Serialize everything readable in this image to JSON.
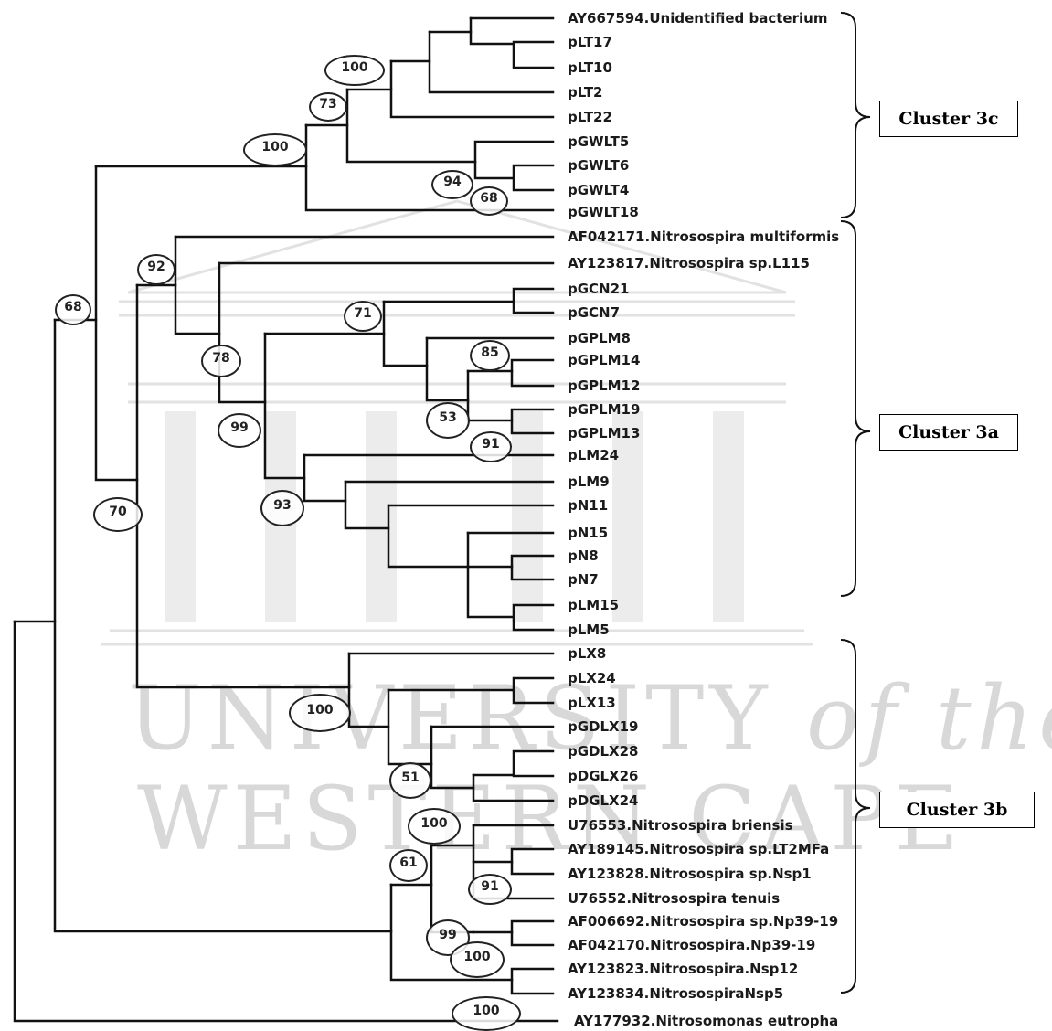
{
  "watermark": {
    "line1a": "UNIVERSITY",
    "line1b": " of the",
    "line2": "WESTERN CAPE"
  },
  "leaves": [
    "AY667594.Unidentified bacterium",
    "pLT17",
    "pLT10",
    "pLT2",
    "pLT22",
    "pGWLT5",
    "pGWLT6",
    "pGWLT4",
    "pGWLT18",
    "AF042171.Nitrosospira multiformis",
    "AY123817.Nitrosospira sp.L115",
    "pGCN21",
    "pGCN7",
    "pGPLM8",
    "pGPLM14",
    "pGPLM12",
    "pGPLM19",
    "pGPLM13",
    "pLM24",
    "pLM9",
    "pN11",
    "pN15",
    "pN8",
    "pN7",
    "pLM15",
    "pLM5",
    "pLX8",
    "pLX24",
    "pLX13",
    "pGDLX19",
    "pGDLX28",
    "pDGLX26",
    "pDGLX24",
    "U76553.Nitrosospira briensis",
    "AY189145.Nitrosospira sp.LT2MFa",
    "AY123828.Nitrosospira sp.Nsp1",
    "U76552.Nitrosospira tenuis",
    "AF006692.Nitrosospira sp.Np39-19",
    "AF042170.Nitrosospira.Np39-19",
    "AY123823.Nitrosospira.Nsp12",
    "AY123834.NitrosospiraNsp5",
    "AY177932.Nitrosomonas eutropha"
  ],
  "bootstraps": [
    "100",
    "73",
    "100",
    "94",
    "68",
    "92",
    "68",
    "71",
    "78",
    "85",
    "99",
    "53",
    "91",
    "93",
    "70",
    "100",
    "51",
    "100",
    "61",
    "91",
    "99",
    "100",
    "100"
  ],
  "clusters": [
    "Cluster 3c",
    "Cluster 3a",
    "Cluster 3b"
  ]
}
